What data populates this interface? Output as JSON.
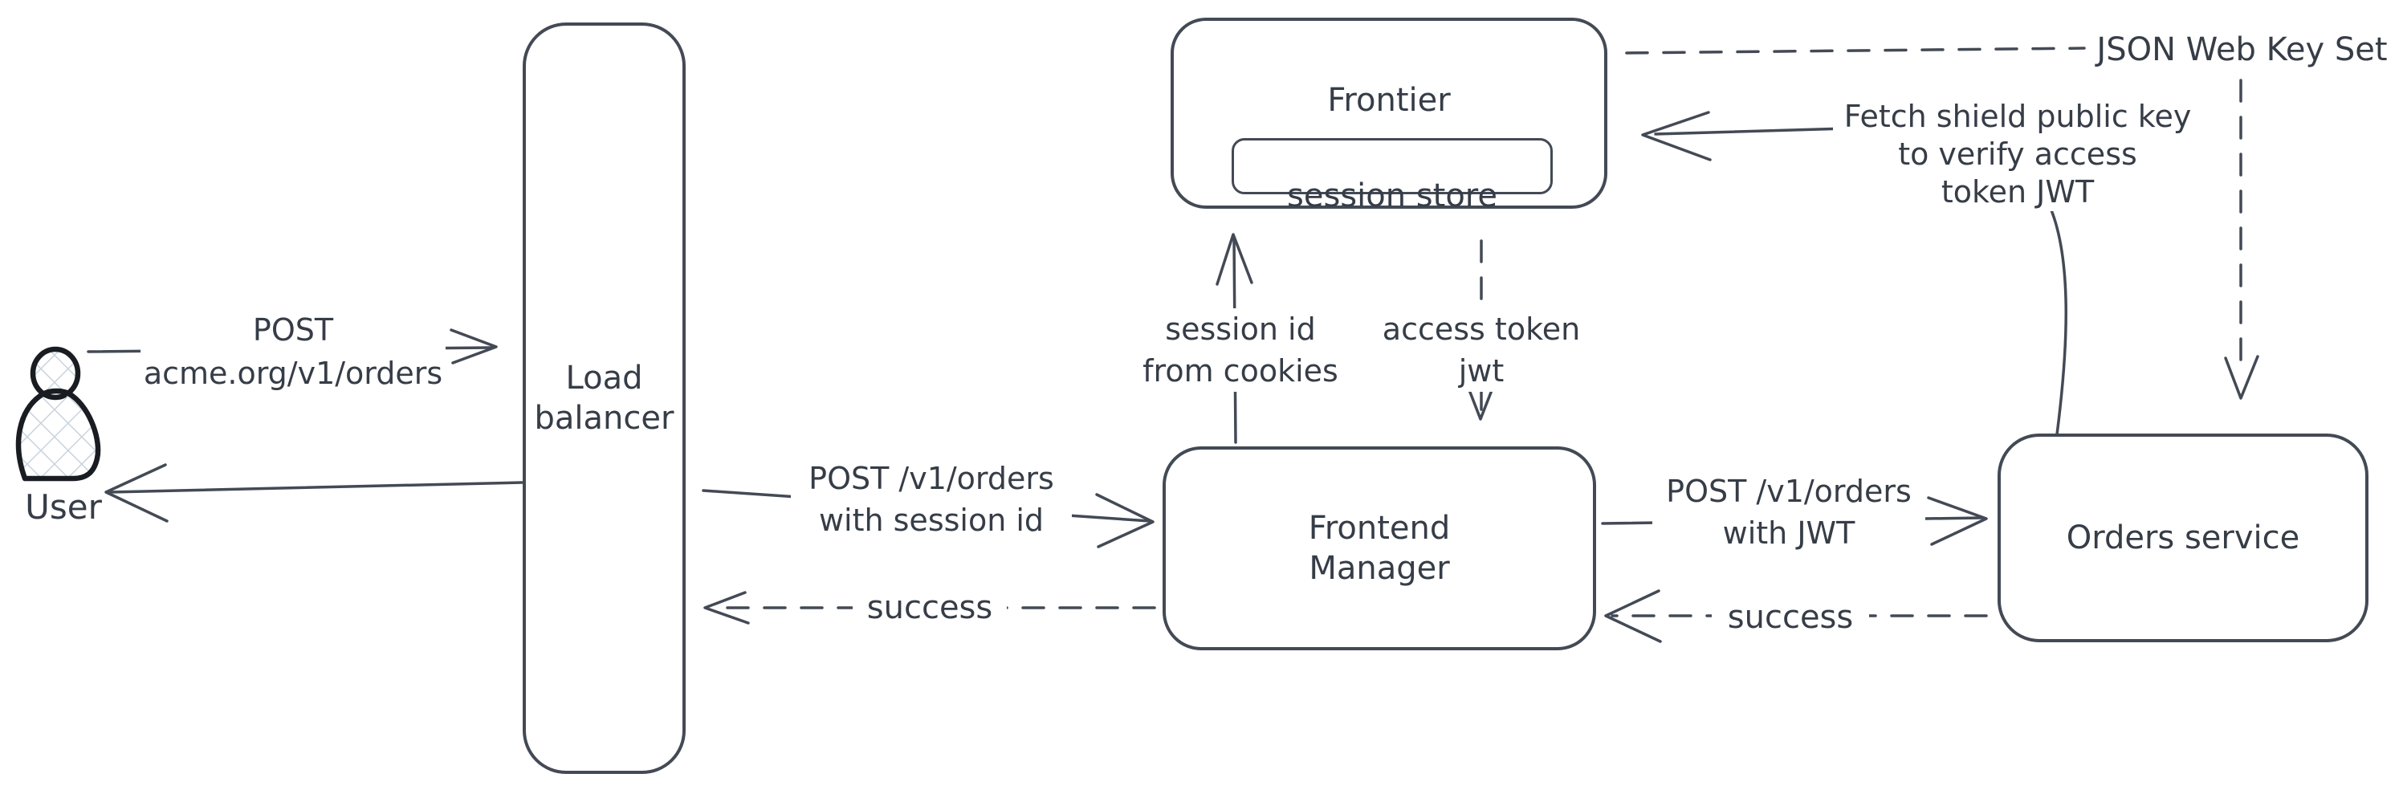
{
  "colors": {
    "bg": "#ffffff",
    "ink": "#363d47",
    "stroke": "#434a55",
    "user-outline": "#191c21",
    "hatch": "#c9d3de"
  },
  "nodes": {
    "user": {
      "label": "User"
    },
    "load_balancer": {
      "line1": "Load",
      "line2": "balancer"
    },
    "frontier": {
      "label": "Frontier",
      "session_store_label": "session store"
    },
    "frontend_manager": {
      "line1": "Frontend",
      "line2": "Manager"
    },
    "orders_service": {
      "label": "Orders service"
    },
    "jwks": {
      "label": "JSON Web Key Set"
    }
  },
  "edges": {
    "user_to_lb": {
      "line1": "POST",
      "line2": "acme.org/v1/orders"
    },
    "lb_to_fm": {
      "line1": "POST /v1/orders",
      "line2": "with session id"
    },
    "fm_to_lb": {
      "label": "success"
    },
    "fm_to_frontier": {
      "line1": "session id",
      "line2": "from cookies"
    },
    "frontier_to_fm": {
      "line1": "access token",
      "line2": "jwt"
    },
    "fm_to_orders": {
      "line1": "POST /v1/orders",
      "line2": "with JWT"
    },
    "orders_to_fm": {
      "label": "success"
    },
    "orders_to_frontier": {
      "line1": "Fetch shield public key",
      "line2": "to verify access",
      "line3": "token JWT"
    }
  }
}
